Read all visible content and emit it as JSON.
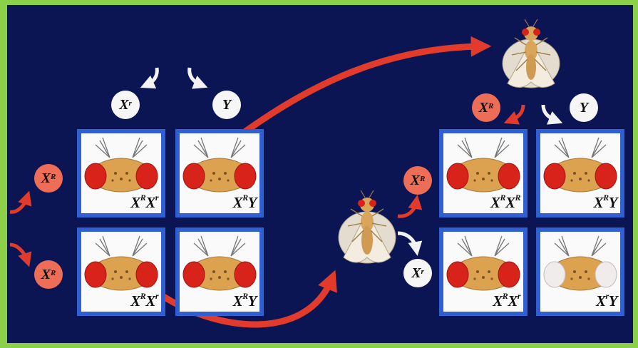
{
  "left_cross": {
    "top_alleles": [
      {
        "base": "X",
        "sup": "r",
        "color": "white"
      },
      {
        "base": "Y",
        "sup": "",
        "color": "white"
      }
    ],
    "side_alleles": [
      {
        "base": "X",
        "sup": "R",
        "color": "red"
      },
      {
        "base": "X",
        "sup": "R",
        "color": "red"
      }
    ],
    "cells": [
      {
        "genotype": [
          {
            "b": "X",
            "s": "R"
          },
          {
            "b": "X",
            "s": "r"
          }
        ],
        "eye": "red"
      },
      {
        "genotype": [
          {
            "b": "X",
            "s": "R"
          },
          {
            "b": "Y",
            "s": ""
          }
        ],
        "eye": "red"
      },
      {
        "genotype": [
          {
            "b": "X",
            "s": "R"
          },
          {
            "b": "X",
            "s": "r"
          }
        ],
        "eye": "red"
      },
      {
        "genotype": [
          {
            "b": "X",
            "s": "R"
          },
          {
            "b": "Y",
            "s": ""
          }
        ],
        "eye": "red"
      }
    ]
  },
  "right_cross": {
    "top_alleles": [
      {
        "base": "X",
        "sup": "R",
        "color": "red"
      },
      {
        "base": "Y",
        "sup": "",
        "color": "white"
      }
    ],
    "side_alleles": [
      {
        "base": "X",
        "sup": "R",
        "color": "red"
      },
      {
        "base": "X",
        "sup": "r",
        "color": "white"
      }
    ],
    "cells": [
      {
        "genotype": [
          {
            "b": "X",
            "s": "R"
          },
          {
            "b": "X",
            "s": "R"
          }
        ],
        "eye": "red"
      },
      {
        "genotype": [
          {
            "b": "X",
            "s": "R"
          },
          {
            "b": "Y",
            "s": ""
          }
        ],
        "eye": "red"
      },
      {
        "genotype": [
          {
            "b": "X",
            "s": "R"
          },
          {
            "b": "X",
            "s": "r"
          }
        ],
        "eye": "red"
      },
      {
        "genotype": [
          {
            "b": "X",
            "s": "r"
          },
          {
            "b": "Y",
            "s": ""
          }
        ],
        "eye": "white"
      }
    ]
  },
  "colors": {
    "background": "#0b1553",
    "frame": "#8bd048",
    "cell_border": "#2f5fd0",
    "arrow_red": "#e23b2c",
    "arrow_white": "#f2f2f2",
    "red_eye": "#d8231b",
    "white_eye": "#f1ecec",
    "fly_body": "#e0a55a"
  }
}
